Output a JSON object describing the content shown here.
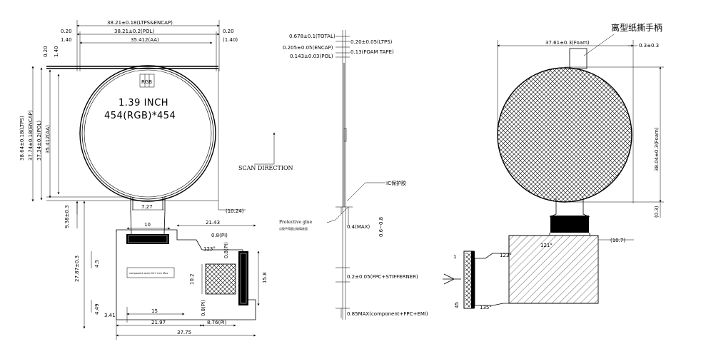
{
  "front": {
    "dims_top": [
      "38.21±0.18(LTPS&ENCAP)",
      "38.21±0.2(POL)",
      "35.412(AA)"
    ],
    "dims_side_left": [
      "0.20",
      "1.40"
    ],
    "dims_side_right": [
      "0.20",
      "(1.40)"
    ],
    "dims_left": [
      "38.64±0.18(LTPS)",
      "37.74±0.18(ENCAP)",
      "37.34±0.2(POL)",
      "35.412(AA)"
    ],
    "dims_left_small": [
      "0.20",
      "1.40"
    ],
    "center_labels": [
      "1.39 INCH",
      "454(RGB)*454"
    ],
    "rgb_mark": "RGB",
    "dims_right_side": "(10.24)",
    "dims_below": [
      "7.27",
      "9.38±0.3",
      "10",
      "27.87±0.3",
      "21.43"
    ],
    "fpc_labels": [
      "0.8(PI)",
      "0.8(PI)",
      "0.8(PI)",
      "123°"
    ],
    "fpc_dims_vertical": [
      "4.5",
      "4.49",
      "10.2",
      "15.8"
    ],
    "fpc_dims_bottom": [
      "3.41",
      "15",
      "21.97",
      "8.76(PI)",
      "37.75"
    ],
    "component_note": "component area H0.7 mm Max"
  },
  "side": {
    "thickness_left": [
      "0.678±0.1(TOTAL)",
      "0.205±0.05(ENCAP)",
      "0.143±0.03(POL)"
    ],
    "thickness_right": [
      "0.20±0.05(LTPS)",
      "0.13(FOAM TAPE)"
    ],
    "scan_direction": "SCAN DIRECTION",
    "ic_label": "IC保护胶",
    "protective_glue": "Protective glue",
    "protective_glue_cn": "点胶不得超过玻璃底面",
    "dims_lower": [
      "0.4(MAX)",
      "0.6~0.8",
      "0.2±0.05(FPC+STIFFERNER)",
      "0.85MAX(component+FPC+EMI)"
    ]
  },
  "back": {
    "title_cn": "离型纸撕手柄",
    "dims_top": [
      "37.61±0.3(Foam)",
      "0.3±0.3"
    ],
    "dims_right": [
      "38.04±0.3(Foam)",
      "(0.3)"
    ],
    "dims_lower": [
      "(10.7)",
      "121°",
      "123°",
      "135°"
    ],
    "pin_labels": [
      "1",
      "45"
    ]
  }
}
